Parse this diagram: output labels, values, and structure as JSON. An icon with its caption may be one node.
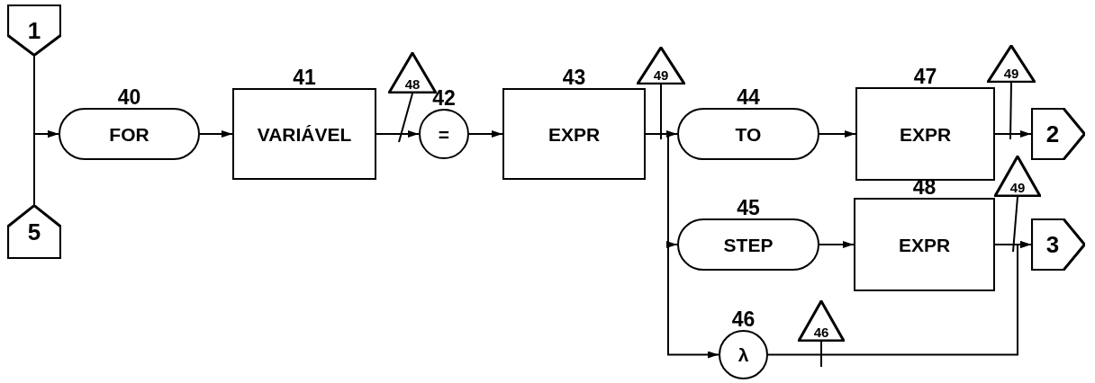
{
  "diagram": {
    "nodes": [
      {
        "text": [
          "1"
        ]
      },
      {
        "text": [
          "5"
        ]
      },
      {
        "text": [
          "FOR"
        ],
        "beside": [
          "40"
        ]
      },
      {
        "text": [
          "VARIÁVEL"
        ],
        "beside": [
          "41"
        ]
      },
      {
        "text": [
          "="
        ],
        "beside": [
          "42"
        ]
      },
      {
        "text": [
          "EXPR"
        ],
        "beside": [
          "43"
        ]
      },
      {
        "text": [
          "TO"
        ],
        "beside": [
          "44"
        ]
      },
      {
        "text": [
          "STEP"
        ],
        "beside": [
          "45"
        ]
      },
      {
        "text": [
          "λ"
        ],
        "beside": [
          "46"
        ]
      },
      {
        "text": [
          "EXPR"
        ],
        "beside": [
          "47"
        ]
      },
      {
        "text": [
          "EXPR"
        ],
        "beside": [
          "48"
        ]
      },
      {
        "text": [
          "2"
        ]
      },
      {
        "text": [
          "3"
        ]
      },
      {
        "text": [
          "48"
        ]
      },
      {
        "text": [
          "49"
        ]
      },
      {
        "text": [
          "49"
        ]
      },
      {
        "text": [
          "49"
        ]
      },
      {
        "text": [
          "46"
        ]
      }
    ],
    "edges": [
      {
        "from": 0,
        "to": 2,
        "arrow": "to"
      },
      {
        "from": 1,
        "to": 2,
        "arrow": "to"
      },
      {
        "from": 2,
        "to": 3,
        "arrow": "to"
      },
      {
        "from": 3,
        "to": 4,
        "arrow": "to"
      },
      {
        "from": 4,
        "to": 5,
        "arrow": "to"
      },
      {
        "from": 5,
        "to": 6,
        "arrow": "to"
      },
      {
        "from": 5,
        "to": 7,
        "arrow": "to"
      },
      {
        "from": 5,
        "to": 8,
        "arrow": "to"
      },
      {
        "from": 6,
        "to": 9,
        "arrow": "to"
      },
      {
        "from": 7,
        "to": 10,
        "arrow": "to"
      },
      {
        "from": 9,
        "to": 11,
        "arrow": "to"
      },
      {
        "from": 10,
        "to": 12,
        "arrow": "to"
      },
      {
        "from": 8,
        "to": 12,
        "arrow": "to"
      },
      {
        "from": 13,
        "to": null,
        "arrow": "none"
      },
      {
        "from": 14,
        "to": null,
        "arrow": "none"
      },
      {
        "from": 15,
        "to": null,
        "arrow": "none"
      },
      {
        "from": 16,
        "to": null,
        "arrow": "none"
      },
      {
        "from": 17,
        "to": null,
        "arrow": "none"
      }
    ]
  }
}
